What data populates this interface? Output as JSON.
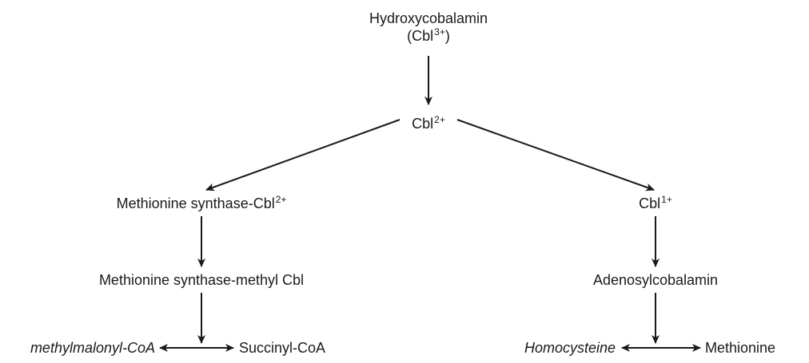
{
  "nodes": {
    "hydroxycobalamin": {
      "line1": "Hydroxycobalamin",
      "line2_base": "(Cbl",
      "line2_sup": "3+",
      "line2_end": ")"
    },
    "cbl2": {
      "base": "Cbl",
      "sup": "2+"
    },
    "ms_cbl2": {
      "base": "Methionine synthase-Cbl",
      "sup": "2+"
    },
    "cbl1": {
      "base": "Cbl",
      "sup": "1+"
    },
    "ms_methyl": {
      "text": "Methionine synthase-methyl Cbl"
    },
    "adenosyl": {
      "text": "Adenosylcobalamin"
    },
    "methylmalonyl": {
      "text": "methylmalonyl-CoA"
    },
    "succinyl": {
      "text": "Succinyl-CoA"
    },
    "homocysteine": {
      "text": "Homocysteine"
    },
    "methionine": {
      "text": "Methionine"
    }
  },
  "colors": {
    "ink": "#1a1a1a",
    "background": "#ffffff"
  }
}
